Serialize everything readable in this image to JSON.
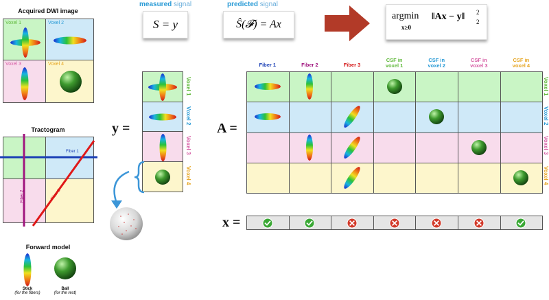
{
  "colors": {
    "green": "#c9f5c5",
    "blue": "#cfe9f8",
    "pink": "#f8dcec",
    "yellow": "#fdf6cc",
    "vg": "#5fb83a",
    "vb": "#2a9bd6",
    "vp": "#d65aa3",
    "vy": "#e6a520"
  },
  "dwi": {
    "title": "Acquired DWI image",
    "voxels": [
      "Voxel 1",
      "Voxel 2",
      "Voxel 3",
      "Voxel 4"
    ]
  },
  "tracto": {
    "title": "Tractogram",
    "fiber1": "Fiber 1",
    "fiber2": "Fiber 2",
    "fiber3": "Fiber 3"
  },
  "forward": {
    "title": "Forward model",
    "stick": "Stick",
    "stick_sub": "(for the fibers)",
    "ball": "Ball",
    "ball_sub": "(for the rest)"
  },
  "measured": {
    "word": "measured",
    "rest": " signal",
    "eq": "S = y"
  },
  "predicted": {
    "word": "predicted",
    "rest": " signal",
    "eq": "Ŝ(𝓕) = Ax"
  },
  "objective": {
    "arg": "argmin",
    "sub": "x≥0",
    "norm": "‖Ax − y‖",
    "sup": "2",
    "subn": "2"
  },
  "y_label": "y =",
  "A_label": "A =",
  "x_label": "x =",
  "rows": [
    "Voxel 1",
    "Voxel 2",
    "Voxel 3",
    "Voxel 4"
  ],
  "cols": [
    {
      "l1": "Fiber 1",
      "l2": "",
      "color": "#1a3fb5"
    },
    {
      "l1": "Fiber 2",
      "l2": "",
      "color": "#a0157e"
    },
    {
      "l1": "Fiber 3",
      "l2": "",
      "color": "#d41515"
    },
    {
      "l1": "CSF in",
      "l2": "voxel 1",
      "color": "#5fb83a"
    },
    {
      "l1": "CSF in",
      "l2": "voxel 2",
      "color": "#2a9bd6"
    },
    {
      "l1": "CSF in",
      "l2": "voxel 3",
      "color": "#d65aa3"
    },
    {
      "l1": "CSF in",
      "l2": "voxel 4",
      "color": "#e6a520"
    }
  ],
  "x_status": [
    "check",
    "check",
    "cross",
    "cross",
    "cross",
    "cross",
    "check"
  ]
}
